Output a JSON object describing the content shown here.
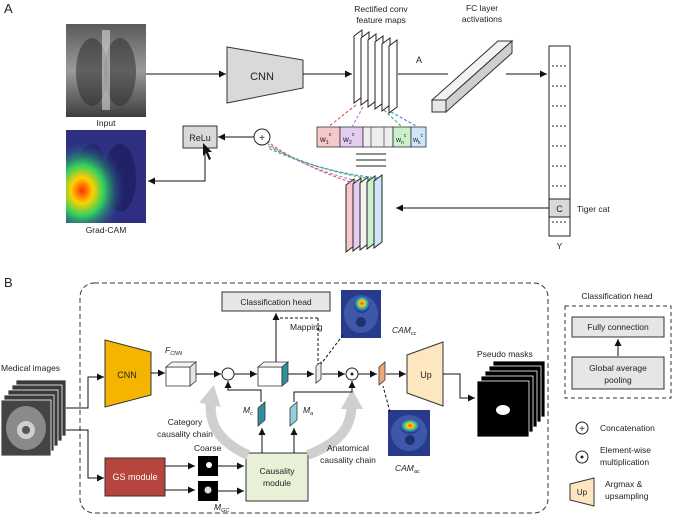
{
  "panel_a": {
    "label": "A",
    "input_label": "Input",
    "gradcam_label": "Grad-CAM",
    "cnn_label": "CNN",
    "relu_label": "ReLu",
    "plus_symbol": "+",
    "rect_conv_line1": "Rectified conv",
    "rect_conv_line2": "feature maps",
    "a_label": "A",
    "fc_line1": "FC layer",
    "fc_line2": "activations",
    "c_box": "C",
    "tiger_cat": "Tiger cat",
    "y_label": "Y",
    "weights": [
      {
        "main": "w",
        "sub": "1",
        "sup": "c",
        "color": "#f5c9c9"
      },
      {
        "main": "w",
        "sub": "2",
        "sup": "c",
        "color": "#e4ccf0"
      },
      {
        "main": "",
        "sub": "",
        "sup": "",
        "color": "#eeeeee"
      },
      {
        "main": "w",
        "sub": "n",
        "sup": "c",
        "color": "#ccefcc"
      },
      {
        "main": "w",
        "sub": "k",
        "sup": "c",
        "color": "#cfe6fa"
      }
    ]
  },
  "panel_b": {
    "label": "B",
    "medical_images": "Medical images",
    "cnn_label": "CNN",
    "f_cnn_main": "F",
    "f_cnn_sub": "CNN",
    "classification_head": "Classification head",
    "mapping": "Mapping",
    "cam_cc_main": "CAM",
    "cam_cc_sub": "cc",
    "cam_ac_main": "CAM",
    "cam_ac_sub": "ac",
    "up_label": "Up",
    "pseudo_masks": "Pseudo masks",
    "mc_main": "M",
    "mc_sub": "c",
    "ma_main": "M",
    "ma_sub": "a",
    "category_chain_line1": "Category",
    "category_chain_line2": "causality chain",
    "anatomical_chain_line1": "Anatomical",
    "anatomical_chain_line2": "causality chain",
    "gs_module": "GS module",
    "coarse": "Coarse",
    "mgc_main": "M",
    "mgc_sub": "GC",
    "causality_line1": "Causality",
    "causality_line2": "module"
  },
  "legend": {
    "title": "Classification head",
    "fully_connection": "Fully connection",
    "gap_line1": "Global average",
    "gap_line2": "pooling",
    "concat_symbol": "+",
    "concatenation": "Concatenation",
    "elementwise_line1": "Element-wise",
    "elementwise_line2": "multiplication",
    "up_label": "Up",
    "argmax_line1": "Argmax &",
    "argmax_line2": "upsampling"
  },
  "colors": {
    "cnn_a": "#d9d9d9",
    "cnn_b": "#f5b400",
    "gs_module": "#b5453d",
    "causality_module": "#e8f0d8",
    "up_block": "#fde7c1",
    "teal": "#2f8f9d",
    "orange_map": "#f0a878"
  }
}
